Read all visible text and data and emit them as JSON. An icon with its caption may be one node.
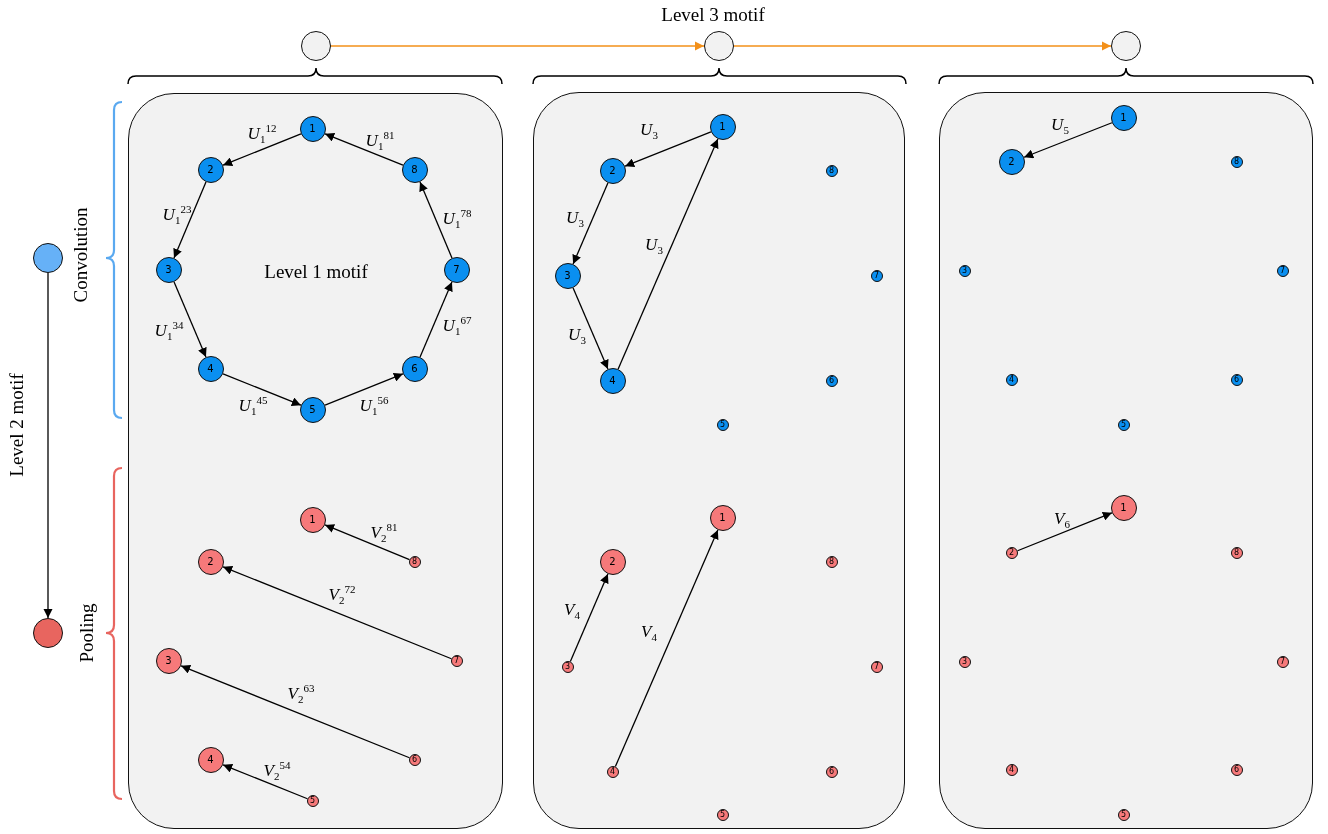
{
  "diagram": {
    "nodes": [
      {
        "text": [],
        "shape": "circle"
      },
      {
        "text": [],
        "shape": "circle"
      },
      {
        "text": [],
        "shape": "circle"
      },
      {
        "text": [],
        "shape": "circle"
      },
      {
        "text": [],
        "shape": "circle"
      },
      {
        "text": [],
        "shape": "box"
      },
      {
        "text": [],
        "shape": "box"
      },
      {
        "text": [],
        "shape": "box"
      },
      {
        "text": [
          "1"
        ],
        "in": 5
      },
      {
        "text": [
          "2"
        ],
        "in": 5
      },
      {
        "text": [
          "3"
        ],
        "in": 5
      },
      {
        "text": [
          "4"
        ],
        "in": 5
      },
      {
        "text": [
          "5"
        ],
        "in": 5
      },
      {
        "text": [
          "6"
        ],
        "in": 5
      },
      {
        "text": [
          "7"
        ],
        "in": 5
      },
      {
        "text": [
          "8"
        ],
        "in": 5
      },
      {
        "text": [
          "1"
        ],
        "in": 5
      },
      {
        "text": [
          "2"
        ],
        "in": 5
      },
      {
        "text": [
          "3"
        ],
        "in": 5
      },
      {
        "text": [
          "4"
        ],
        "in": 5
      },
      {
        "text": [
          "5"
        ],
        "in": 5
      },
      {
        "text": [
          "6"
        ],
        "in": 5
      },
      {
        "text": [
          "7"
        ],
        "in": 5
      },
      {
        "text": [
          "8"
        ],
        "in": 5
      },
      {
        "text": [
          "1"
        ],
        "in": 6
      },
      {
        "text": [
          "2"
        ],
        "in": 6
      },
      {
        "text": [
          "3"
        ],
        "in": 6
      },
      {
        "text": [
          "4"
        ],
        "in": 6
      },
      {
        "text": [
          "5"
        ],
        "in": 6
      },
      {
        "text": [
          "6"
        ],
        "in": 6
      },
      {
        "text": [
          "7"
        ],
        "in": 6
      },
      {
        "text": [
          "8"
        ],
        "in": 6
      },
      {
        "text": [
          "1"
        ],
        "in": 6
      },
      {
        "text": [
          "2"
        ],
        "in": 6
      },
      {
        "text": [
          "3"
        ],
        "in": 6
      },
      {
        "text": [
          "4"
        ],
        "in": 6
      },
      {
        "text": [
          "5"
        ],
        "in": 6
      },
      {
        "text": [
          "6"
        ],
        "in": 6
      },
      {
        "text": [
          "7"
        ],
        "in": 6
      },
      {
        "text": [
          "8"
        ],
        "in": 6
      },
      {
        "text": [
          "1"
        ],
        "in": 7
      },
      {
        "text": [
          "2"
        ],
        "in": 7
      },
      {
        "text": [
          "3"
        ],
        "in": 7
      },
      {
        "text": [
          "4"
        ],
        "in": 7
      },
      {
        "text": [
          "5"
        ],
        "in": 7
      },
      {
        "text": [
          "6"
        ],
        "in": 7
      },
      {
        "text": [
          "7"
        ],
        "in": 7
      },
      {
        "text": [
          "8"
        ],
        "in": 7
      },
      {
        "text": [
          "1"
        ],
        "in": 7
      },
      {
        "text": [
          "2"
        ],
        "in": 7
      },
      {
        "text": [
          "3"
        ],
        "in": 7
      },
      {
        "text": [
          "4"
        ],
        "in": 7
      },
      {
        "text": [
          "5"
        ],
        "in": 7
      },
      {
        "text": [
          "6"
        ],
        "in": 7
      },
      {
        "text": [
          "7"
        ],
        "in": 7
      },
      {
        "text": [
          "8"
        ],
        "in": 7
      }
    ],
    "edges": [
      {
        "from": 0,
        "to": 1,
        "arrow": "to",
        "color": "#f39019"
      },
      {
        "from": 1,
        "to": 2,
        "arrow": "to",
        "color": "#f39019"
      },
      {
        "from": 3,
        "to": 4,
        "arrow": "to"
      },
      {
        "from": 8,
        "to": 9,
        "arrow": "to",
        "label": "*U*$_{1}$$^{12}$"
      },
      {
        "from": 15,
        "to": 8,
        "arrow": "to",
        "label": "*U*$_{1}$$^{81}$"
      },
      {
        "from": 9,
        "to": 10,
        "arrow": "to",
        "label": "*U*$_{1}$$^{23}$"
      },
      {
        "from": 14,
        "to": 15,
        "arrow": "to",
        "label": "*U*$_{1}$$^{78}$"
      },
      {
        "from": 10,
        "to": 11,
        "arrow": "to",
        "label": "*U*$_{1}$$^{34}$"
      },
      {
        "from": 13,
        "to": 14,
        "arrow": "to",
        "label": "*U*$_{1}$$^{67}$"
      },
      {
        "from": 11,
        "to": 12,
        "arrow": "to",
        "label": "*U*$_{1}$$^{45}$"
      },
      {
        "from": 12,
        "to": 13,
        "arrow": "to",
        "label": "*U*$_{1}$$^{56}$"
      },
      {
        "from": 23,
        "to": 16,
        "arrow": "to",
        "label": "*V*$_{2}$$^{81}$"
      },
      {
        "from": 22,
        "to": 17,
        "arrow": "to",
        "label": "*V*$_{2}$$^{72}$"
      },
      {
        "from": 21,
        "to": 18,
        "arrow": "to",
        "label": "*V*$_{2}$$^{63}$"
      },
      {
        "from": 20,
        "to": 19,
        "arrow": "to",
        "label": "*V*$_{2}$$^{54}$"
      },
      {
        "from": 24,
        "to": 25,
        "arrow": "to",
        "label": "*U*$_{3}$"
      },
      {
        "from": 25,
        "to": 26,
        "arrow": "to",
        "label": "*U*$_{3}$"
      },
      {
        "from": 26,
        "to": 27,
        "arrow": "to",
        "label": "*U*$_{3}$"
      },
      {
        "from": 27,
        "to": 24,
        "arrow": "to",
        "label": "*U*$_{3}$"
      },
      {
        "from": 34,
        "to": 33,
        "arrow": "to",
        "label": "*V*$_{4}$"
      },
      {
        "from": 35,
        "to": 32,
        "arrow": "to",
        "label": "*V*$_{4}$"
      },
      {
        "from": 40,
        "to": 41,
        "arrow": "to",
        "label": "*U*$_{5}$"
      },
      {
        "from": 49,
        "to": 48,
        "arrow": "to",
        "label": "*V*$_{6}$"
      }
    ],
    "labels": [
      "Level 3 motif",
      "Level 2 motif",
      "Convolution",
      "Pooling",
      "Level 1 motif"
    ]
  }
}
